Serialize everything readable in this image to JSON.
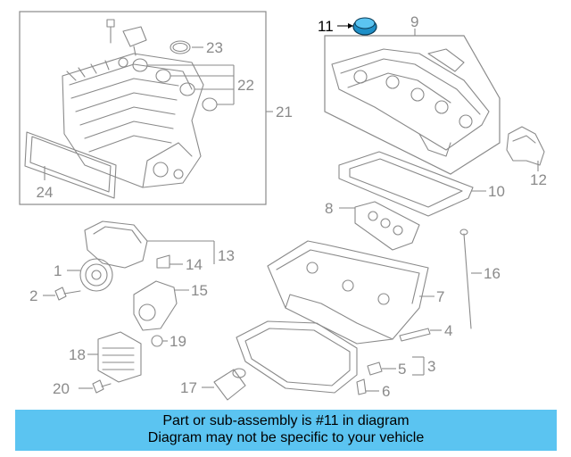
{
  "diagram": {
    "callouts": [
      {
        "id": "1",
        "label": "1"
      },
      {
        "id": "2",
        "label": "2"
      },
      {
        "id": "3",
        "label": "3"
      },
      {
        "id": "4",
        "label": "4"
      },
      {
        "id": "5",
        "label": "5"
      },
      {
        "id": "6",
        "label": "6"
      },
      {
        "id": "7",
        "label": "7"
      },
      {
        "id": "8",
        "label": "8"
      },
      {
        "id": "9",
        "label": "9"
      },
      {
        "id": "10",
        "label": "10"
      },
      {
        "id": "11",
        "label": "11",
        "highlighted": true
      },
      {
        "id": "12",
        "label": "12"
      },
      {
        "id": "13",
        "label": "13"
      },
      {
        "id": "14",
        "label": "14"
      },
      {
        "id": "15",
        "label": "15"
      },
      {
        "id": "16",
        "label": "16"
      },
      {
        "id": "17",
        "label": "17"
      },
      {
        "id": "18",
        "label": "18"
      },
      {
        "id": "19",
        "label": "19"
      },
      {
        "id": "20",
        "label": "20"
      },
      {
        "id": "21",
        "label": "21"
      },
      {
        "id": "22",
        "label": "22"
      },
      {
        "id": "23",
        "label": "23"
      },
      {
        "id": "24",
        "label": "24"
      }
    ],
    "highlight_color": "#1e8fc7",
    "line_color": "#8a8a8a"
  },
  "caption": {
    "line1": "Part or sub-assembly is #11 in diagram",
    "line2": "Diagram may not be specific to your vehicle",
    "background": "#5bc4f1"
  }
}
